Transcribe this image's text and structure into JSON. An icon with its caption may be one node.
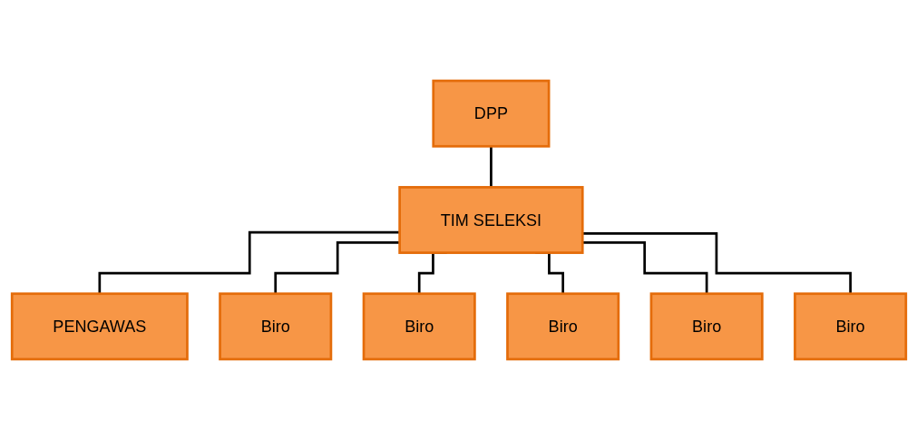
{
  "diagram": {
    "nodes": [
      {
        "text": [
          "DPP"
        ]
      },
      {
        "text": [
          "TIM SELEKSI"
        ]
      },
      {
        "text": [
          "PENGAWAS"
        ]
      },
      {
        "text": [
          "Biro"
        ]
      },
      {
        "text": [
          "Biro"
        ]
      },
      {
        "text": [
          "Biro"
        ]
      },
      {
        "text": [
          "Biro"
        ]
      },
      {
        "text": [
          "Biro"
        ]
      }
    ],
    "edges": [
      {
        "from": 0,
        "to": 1,
        "arrow": "none"
      },
      {
        "from": 1,
        "to": 2,
        "arrow": "none"
      },
      {
        "from": 1,
        "to": 3,
        "arrow": "none"
      },
      {
        "from": 1,
        "to": 4,
        "arrow": "none"
      },
      {
        "from": 1,
        "to": 5,
        "arrow": "none"
      },
      {
        "from": 1,
        "to": 6,
        "arrow": "none"
      },
      {
        "from": 1,
        "to": 7,
        "arrow": "none"
      }
    ]
  }
}
